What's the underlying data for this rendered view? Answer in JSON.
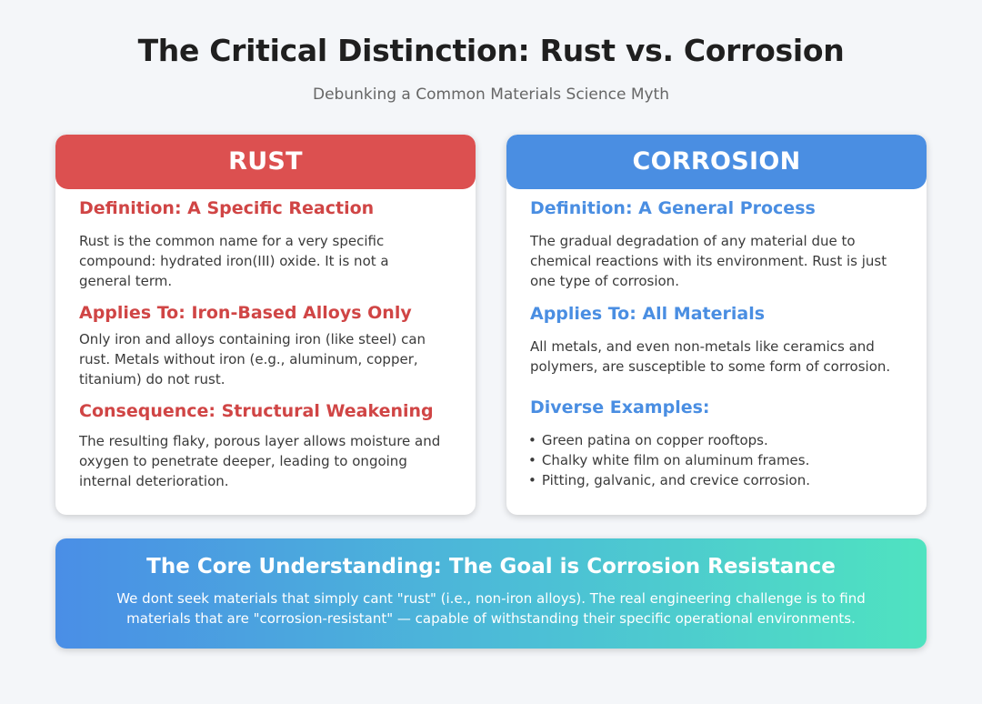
{
  "title": "The Critical Distinction: Rust vs. Corrosion",
  "subtitle": "Debunking a Common Materials Science Myth",
  "rust": {
    "header": "RUST",
    "sections": [
      {
        "heading": "Definition: A Specific Reaction",
        "text": "Rust is the common name for a very specific compound: hydrated iron(III) oxide. It is not a general term."
      },
      {
        "heading": "Applies To: Iron-Based Alloys Only",
        "text": "Only iron and alloys containing iron (like steel) can rust. Metals without iron (e.g., aluminum, copper, titanium) do not rust."
      },
      {
        "heading": "Consequence: Structural Weakening",
        "text": "The resulting flaky, porous layer allows moisture and oxygen to penetrate deeper, leading to ongoing internal deterioration."
      }
    ]
  },
  "corrosion": {
    "header": "CORROSION",
    "sections": [
      {
        "heading": "Definition: A General Process",
        "text": "The gradual degradation of any material due to chemical reactions with its environment. Rust is just one type of corrosion."
      },
      {
        "heading": "Applies To: All Materials",
        "text": "All metals, and even non-metals like ceramics and polymers, are susceptible to some form of corrosion."
      },
      {
        "heading": "Diverse Examples:",
        "bullets": [
          "Green patina on copper rooftops.",
          "Chalky white film on aluminum frames.",
          "Pitting, galvanic, and crevice corrosion."
        ]
      }
    ]
  },
  "banner": {
    "heading": "The Core Understanding: The Goal is Corrosion Resistance",
    "text": "We dont seek materials that simply cant \"rust\" (i.e., non-iron alloys). The real engineering challenge is to find materials that are \"corrosion-resistant\" — capable of withstanding their specific operational environments."
  },
  "colors": {
    "rust_accent": "#dc5050",
    "corrosion_accent": "#4a8ee2",
    "banner_gradient_start": "#4a8ee6",
    "banner_gradient_end": "#4fe3c0"
  }
}
